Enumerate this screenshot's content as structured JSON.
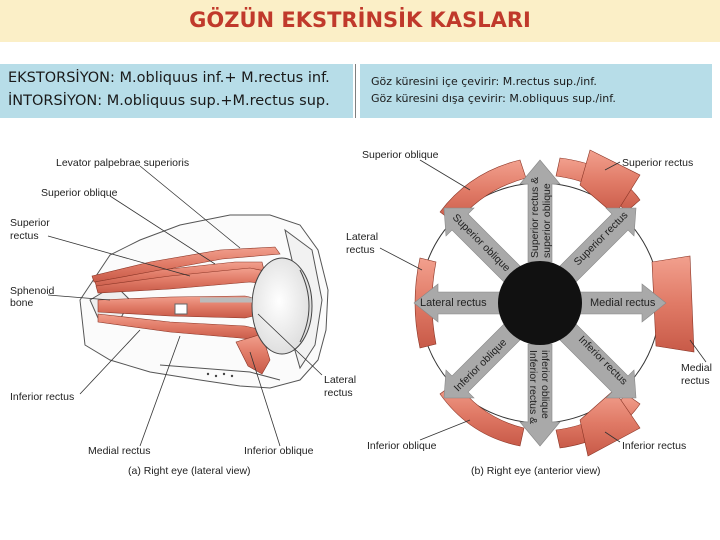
{
  "title": "GÖZÜN EKSTRİNSİK KASLARI",
  "left_box": {
    "line1": "EKSTORSİYON: M.obliquus inf.+ M.rectus inf.",
    "line2": "İNTORSİYON: M.obliquus sup.+M.rectus sup."
  },
  "right_box": {
    "line1": "Göz küresini içe çevirir:  M.rectus sup./inf.",
    "line2": "Göz küresini dışa çevirir: M.obliquus sup./inf."
  },
  "lateral_view": {
    "labels": {
      "levator": "Levator palpebrae superioris",
      "superior_oblique": "Superior oblique",
      "superior_rectus_1": "Superior",
      "superior_rectus_2": "rectus",
      "sphenoid_1": "Sphenoid",
      "sphenoid_2": "bone",
      "inferior_rectus": "Inferior rectus",
      "lateral_rectus_1": "Lateral",
      "lateral_rectus_2": "rectus",
      "medial_rectus": "Medial rectus",
      "inferior_oblique": "Inferior oblique"
    },
    "caption": "(a) Right eye (lateral view)"
  },
  "anterior_view": {
    "labels": {
      "superior_oblique": "Superior oblique",
      "superior_rectus": "Superior rectus",
      "lateral_rectus_1": "Lateral",
      "lateral_rectus_2": "rectus",
      "medial_rectus_1": "Medial",
      "medial_rectus_2": "rectus",
      "inferior_oblique": "Inferior oblique",
      "inferior_rectus": "Inferior rectus"
    },
    "arrows": {
      "up_1": "Superior rectus &",
      "up_2": "superior oblique",
      "upper_left": "Superior oblique",
      "upper_right": "Superior rectus",
      "left": "Lateral rectus",
      "right": "Medial rectus",
      "lower_left": "Inferior oblique",
      "lower_right": "Inferior rectus",
      "down_1": "Inferior rectus &",
      "down_2": "inferior oblique"
    },
    "caption": "(b) Right eye (anterior view)"
  },
  "colors": {
    "title": "#c0392b",
    "title_band": "#fbefc7",
    "box": "#b7dde8",
    "muscle": "#e07a66",
    "arrow": "#a9a9a9"
  }
}
